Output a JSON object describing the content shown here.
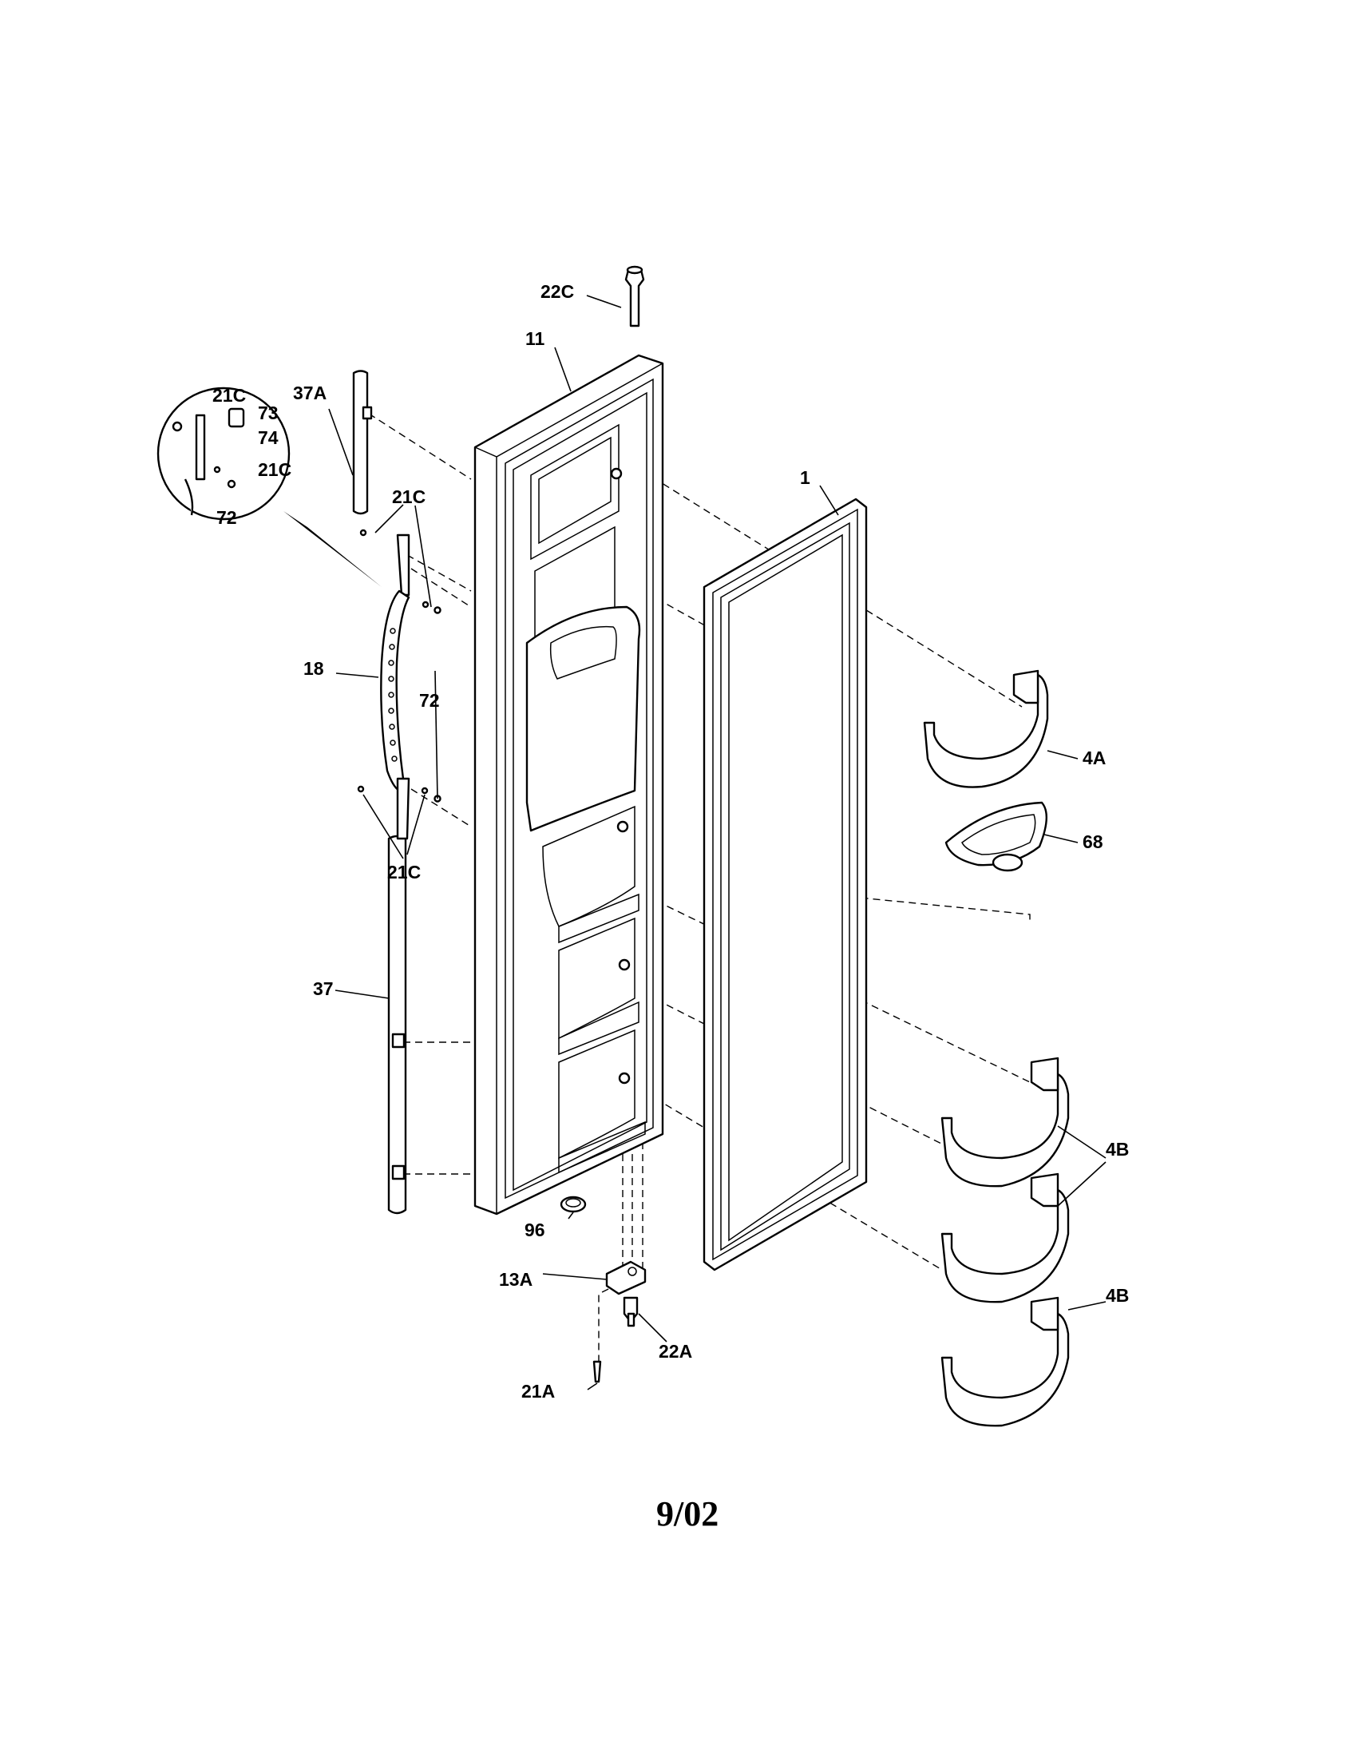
{
  "diagram": {
    "date_code": "9/02",
    "callouts": {
      "c22C": "22C",
      "c11": "11",
      "c37A": "37A",
      "c1": "1",
      "c21C_detail_top": "21C",
      "c73": "73",
      "c74": "74",
      "c21C_detail_mid": "21C",
      "c72_detail": "72",
      "c21C_upper": "21C",
      "c18": "18",
      "c72_mid": "72",
      "c21C_lower": "21C",
      "c4A": "4A",
      "c68": "68",
      "c37": "37",
      "c4B_a": "4B",
      "c4B_b": "4B",
      "c96": "96",
      "c13A": "13A",
      "c22A": "22A",
      "c21A": "21A"
    }
  }
}
